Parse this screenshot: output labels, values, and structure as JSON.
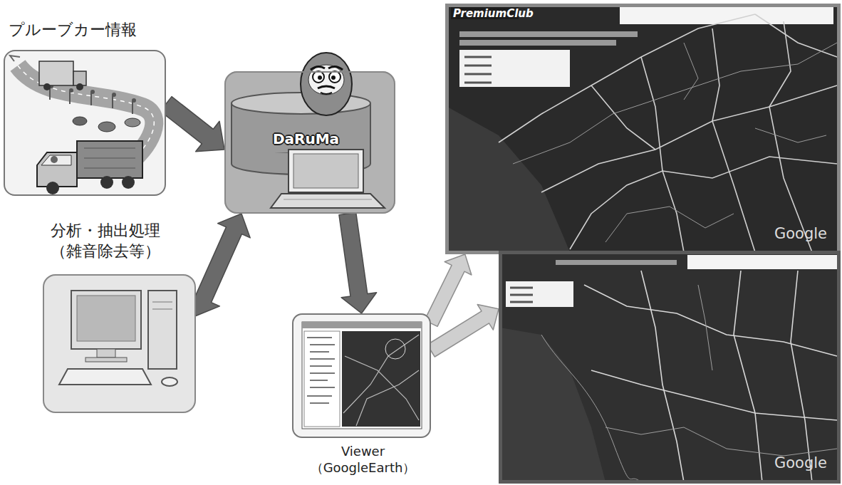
{
  "diagram": {
    "nodes": [
      {
        "text": [
          "プルーブカー情報"
        ]
      },
      {
        "text": [
          "DaRuMa"
        ]
      },
      {
        "text": [
          "分析・抽出処理 （雑音除去等）"
        ]
      },
      {
        "text": [
          "Viewer （GoogleEarth）"
        ]
      },
      {
        "text": [
          "PremiumClub",
          "Google"
        ]
      },
      {
        "text": [
          "Google"
        ]
      }
    ],
    "edges": [
      {
        "from": 0,
        "to": 1,
        "arrow": "to"
      },
      {
        "from": 1,
        "to": 2,
        "arrow": "both"
      },
      {
        "from": 1,
        "to": 3,
        "arrow": "to"
      },
      {
        "from": 3,
        "to": 4,
        "arrow": "to"
      },
      {
        "from": 3,
        "to": 5,
        "arrow": "to"
      }
    ]
  }
}
